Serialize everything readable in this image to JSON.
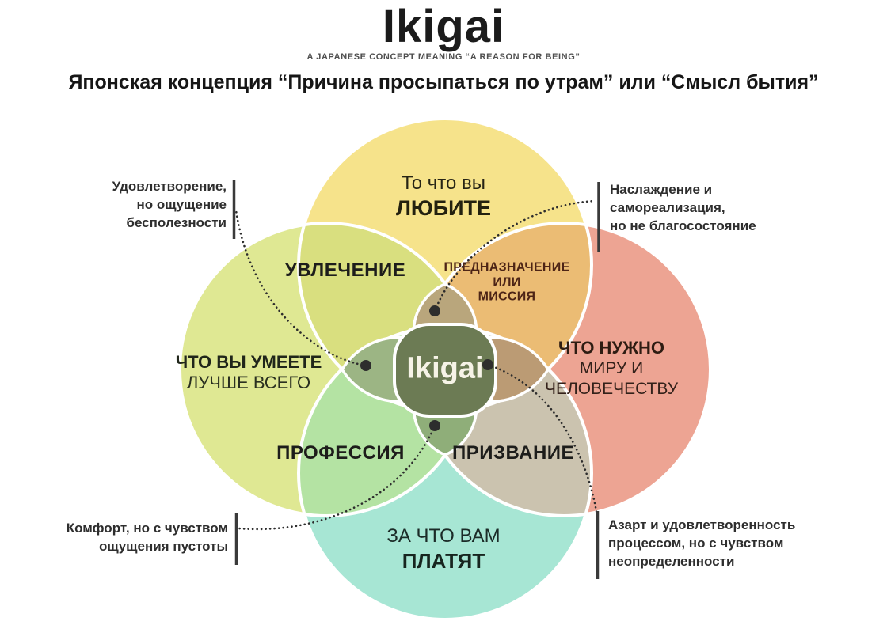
{
  "header": {
    "title": "Ikigai",
    "subtitle": "A JAPANESE CONCEPT MEANING “A REASON FOR BEING”",
    "subtitle_ru": "Японская концепция “Причина просыпаться по утрам” или “Смысл бытия”"
  },
  "diagram": {
    "center": {
      "label": "Ikigai",
      "color": "#6C7B54"
    },
    "circles": {
      "top": {
        "lines": [
          "То что вы",
          "ЛЮБИТЕ"
        ],
        "color": "#F6E38B"
      },
      "left": {
        "lines": [
          "ЧТО ВЫ УМЕЕТЕ",
          "ЛУЧШЕ ВСЕГО"
        ],
        "color": "#DFE893"
      },
      "right": {
        "lines": [
          "ЧТО НУЖНО",
          "МИРУ И",
          "ЧЕЛОВЕЧЕСТВУ"
        ],
        "color": "#EDA493"
      },
      "bottom": {
        "lines": [
          "ЗА ЧТО ВАМ",
          "ПЛАТЯТ"
        ],
        "color": "#A7E6D4"
      }
    },
    "overlaps": {
      "passion": {
        "label": "УВЛЕЧЕНИЕ",
        "color": "#D9DF7F"
      },
      "mission": {
        "lines": [
          "ПРЕДНАЗНАЧЕНИЕ",
          "ИЛИ",
          "МИССИЯ"
        ],
        "color": "#EBBC74"
      },
      "profession": {
        "label": "ПРОФЕССИЯ",
        "color": "#B4E3A3"
      },
      "vocation": {
        "label": "ПРИЗВАНИЕ",
        "color": "#CBC3AF"
      }
    },
    "petals": {
      "north": {
        "color": "#B9A67C"
      },
      "west": {
        "color": "#9CB584"
      },
      "east": {
        "color": "#BB9B74"
      },
      "south": {
        "color": "#8FAE79"
      }
    },
    "connector_color": "#2d2d2d"
  },
  "callouts": {
    "top_left": {
      "lines": [
        "Удовлетворение,",
        "но ощущение",
        "бесполезности"
      ]
    },
    "top_right": {
      "lines": [
        "Наслаждение и",
        "самореализация,",
        "но не благосостояние"
      ]
    },
    "bottom_left": {
      "lines": [
        "Комфорт, но с чувством",
        "ощущения пустоты"
      ]
    },
    "bottom_right": {
      "lines": [
        "Азарт и удовлетворенность",
        "процессом, но с чувством",
        "неопределенности"
      ]
    }
  }
}
